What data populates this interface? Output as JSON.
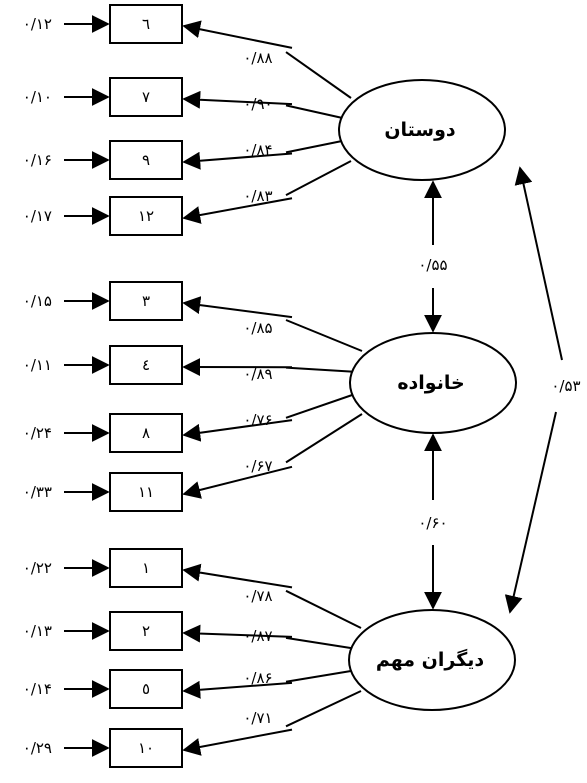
{
  "model": {
    "latents": [
      {
        "id": "friends",
        "label": "دوستان"
      },
      {
        "id": "family",
        "label": "خانواده"
      },
      {
        "id": "significant_others",
        "label": "دیگران مهم"
      }
    ],
    "indicators": [
      {
        "label": "٦",
        "error": "۰/۱۲",
        "loading": "۰/۸۸",
        "factor": "friends"
      },
      {
        "label": "۷",
        "error": "۰/۱۰",
        "loading": "۰/۹۰",
        "factor": "friends"
      },
      {
        "label": "۹",
        "error": "۰/۱۶",
        "loading": "۰/۸۴",
        "factor": "friends"
      },
      {
        "label": "۱۲",
        "error": "۰/۱۷",
        "loading": "۰/۸۳",
        "factor": "friends"
      },
      {
        "label": "۳",
        "error": "۰/۱۵",
        "loading": "۰/۸۵",
        "factor": "family"
      },
      {
        "label": "٤",
        "error": "۰/۱۱",
        "loading": "۰/۸۹",
        "factor": "family"
      },
      {
        "label": "۸",
        "error": "۰/۲۴",
        "loading": "۰/۷۶",
        "factor": "family"
      },
      {
        "label": "۱۱",
        "error": "۰/۳۳",
        "loading": "۰/۶۷",
        "factor": "family"
      },
      {
        "label": "۱",
        "error": "۰/۲۲",
        "loading": "۰/۷۸",
        "factor": "significant_others"
      },
      {
        "label": "۲",
        "error": "۰/۱۳",
        "loading": "۰/۸۷",
        "factor": "significant_others"
      },
      {
        "label": "٥",
        "error": "۰/۱۴",
        "loading": "۰/۸۶",
        "factor": "significant_others"
      },
      {
        "label": "۱۰",
        "error": "۰/۲۹",
        "loading": "۰/۷۱",
        "factor": "significant_others"
      }
    ],
    "covariances": [
      {
        "from": "friends",
        "to": "family",
        "value": "۰/۵۵"
      },
      {
        "from": "family",
        "to": "significant_others",
        "value": "۰/۶۰"
      },
      {
        "from": "friends",
        "to": "significant_others",
        "value": "۰/۵۳"
      }
    ]
  }
}
